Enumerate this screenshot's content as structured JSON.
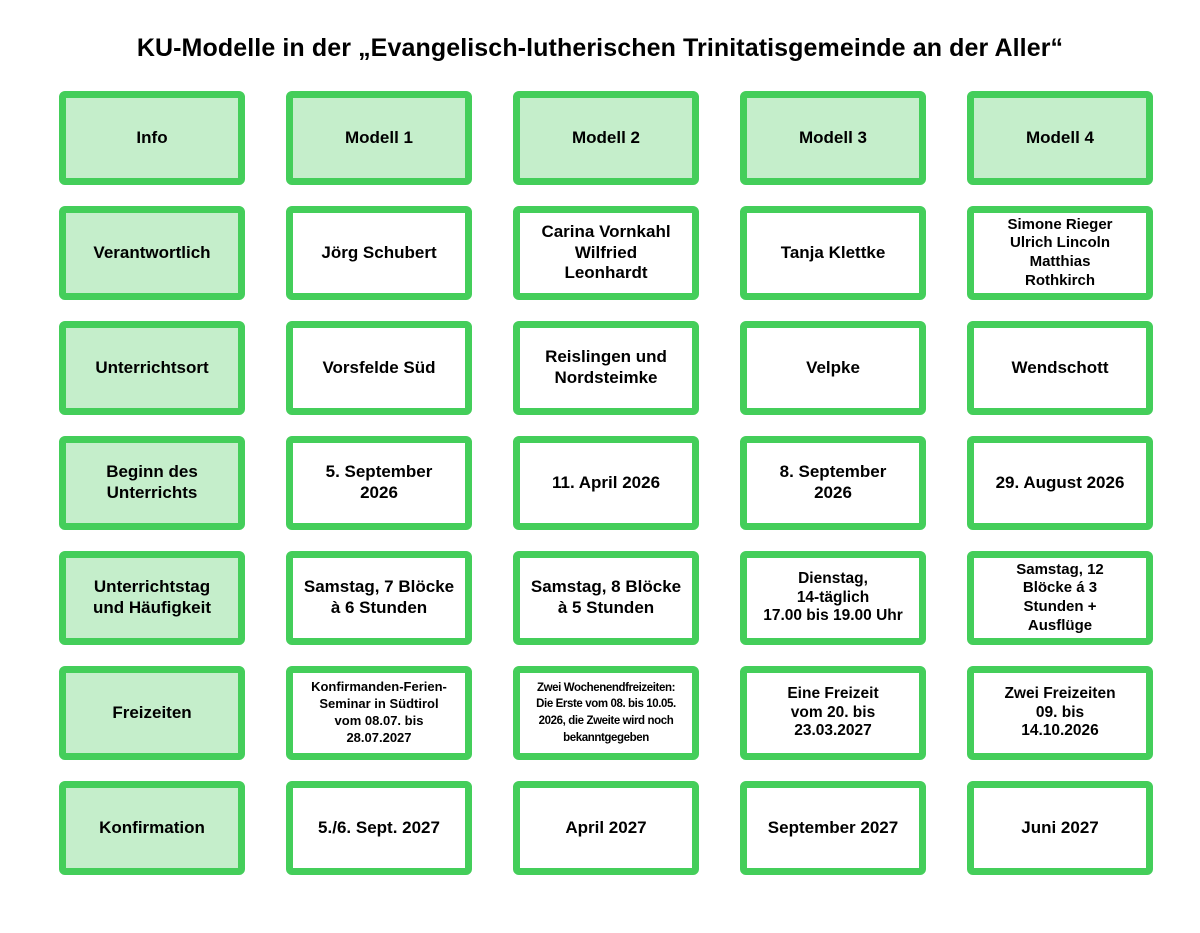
{
  "title": "KU-Modelle in der „Evangelisch-lutherischen Trinitatisgemeinde an der Aller“",
  "colors": {
    "border_green": "#44ce5a",
    "header_fill": "#c5eecb",
    "cell_fill": "#ffffff",
    "text": "#000000"
  },
  "table": {
    "columns": [
      "Info",
      "Modell 1",
      "Modell 2",
      "Modell 3",
      "Modell 4"
    ],
    "rows": [
      {
        "label": "Verantwortlich",
        "cells": [
          "Jörg Schubert",
          "Carina Vornkahl\nWilfried\nLeonhardt",
          "Tanja Klettke",
          "Simone Rieger\nUlrich Lincoln\nMatthias\nRothkirch"
        ]
      },
      {
        "label": "Unterrichtsort",
        "cells": [
          "Vorsfelde Süd",
          "Reislingen und\nNordsteimke",
          "Velpke",
          "Wendschott"
        ]
      },
      {
        "label": "Beginn des\nUnterrichts",
        "cells": [
          "5. September\n2026",
          "11. April 2026",
          "8. September\n2026",
          "29. August 2026"
        ]
      },
      {
        "label": "Unterrichtstag\nund Häufigkeit",
        "cells": [
          "Samstag, 7 Blöcke\nà 6 Stunden",
          "Samstag, 8 Blöcke\nà 5 Stunden",
          "Dienstag,\n14-täglich\n17.00 bis 19.00 Uhr",
          "Samstag, 12\nBlöcke á 3\nStunden +\nAusflüge"
        ]
      },
      {
        "label": "Freizeiten",
        "cells": [
          "Konfirmanden-Ferien-\nSeminar in Südtirol\nvom 08.07. bis\n28.07.2027",
          "Zwei Wochenendfreizeiten:\nDie Erste vom 08. bis 10.05.\n2026, die Zweite wird noch\nbekanntgegeben",
          "Eine Freizeit\nvom 20. bis\n23.03.2027",
          "Zwei Freizeiten\n09. bis\n14.10.2026"
        ]
      },
      {
        "label": "Konfirmation",
        "cells": [
          "5./6. Sept. 2027",
          "April 2027",
          "September 2027",
          "Juni 2027"
        ]
      }
    ]
  }
}
